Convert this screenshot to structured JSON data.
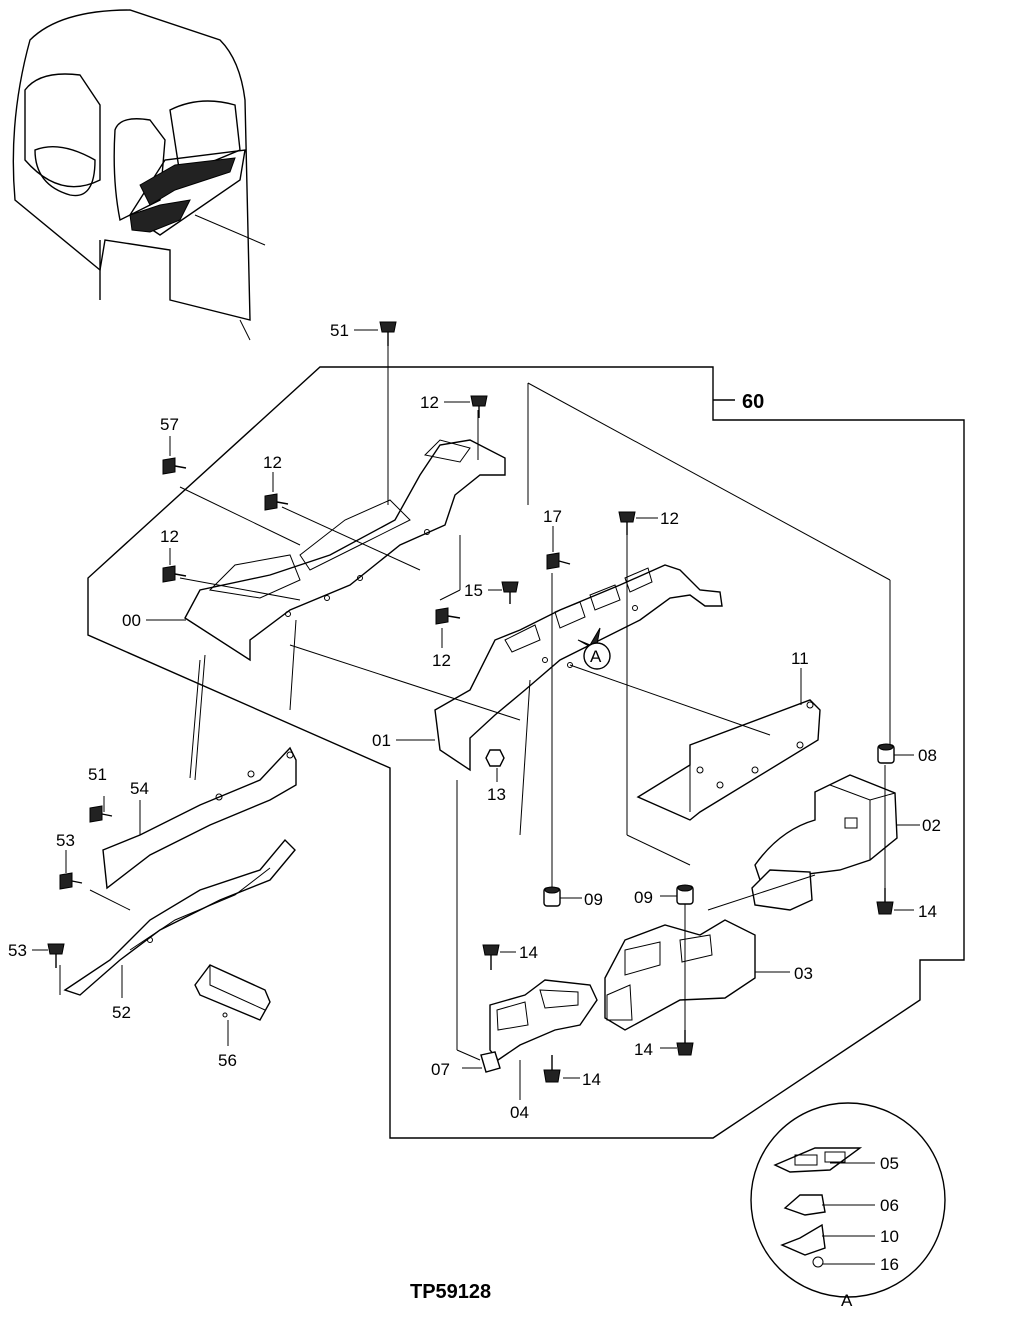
{
  "drawing_id": "TP59128",
  "group_label": "60",
  "detail_label": "A",
  "callouts": {
    "c00": "00",
    "c01": "01",
    "c02": "02",
    "c03": "03",
    "c04": "04",
    "c05": "05",
    "c06": "06",
    "c07": "07",
    "c08": "08",
    "c09a": "09",
    "c09b": "09",
    "c10": "10",
    "c11": "11",
    "c12a": "12",
    "c12b": "12",
    "c12c": "12",
    "c12d": "12",
    "c12e": "12",
    "c13": "13",
    "c14a": "14",
    "c14b": "14",
    "c14c": "14",
    "c14d": "14",
    "c15": "15",
    "c16": "16",
    "c17": "17",
    "c51a": "51",
    "c51b": "51",
    "c52": "52",
    "c53a": "53",
    "c53b": "53",
    "c54": "54",
    "c56": "56",
    "c57": "57"
  }
}
